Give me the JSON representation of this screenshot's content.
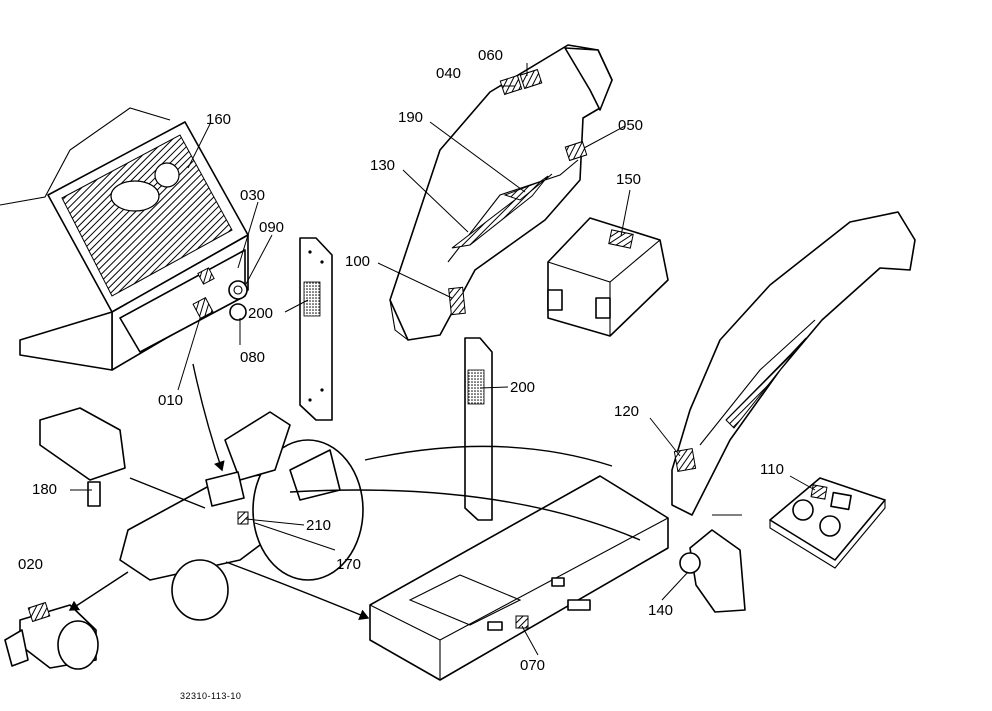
{
  "labels": {
    "l010": "010",
    "l020": "020",
    "l030": "030",
    "l040": "040",
    "l050": "050",
    "l060": "060",
    "l070": "070",
    "l080": "080",
    "l090": "090",
    "l100": "100",
    "l110": "110",
    "l120": "120",
    "l130": "130",
    "l140": "140",
    "l150": "150",
    "l160": "160",
    "l170": "170",
    "l180": "180",
    "l190": "190",
    "l200a": "200",
    "l200b": "200",
    "l210": "210"
  },
  "footer": {
    "code": "32310-113-10"
  }
}
